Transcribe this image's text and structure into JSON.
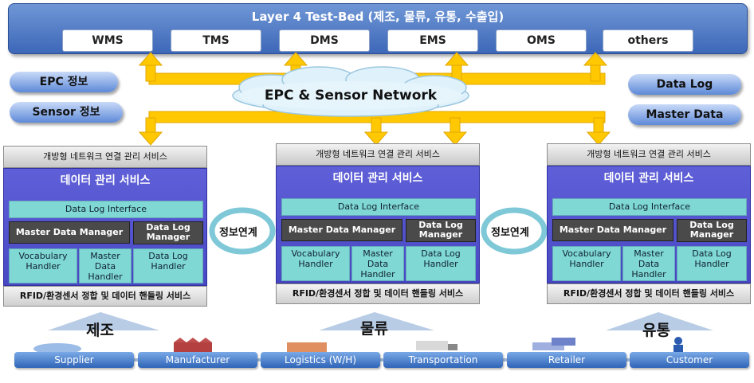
{
  "header": {
    "title": "Layer 4 Test-Bed (제조, 물류, 유통, 수출입)",
    "modules": [
      "WMS",
      "TMS",
      "DMS",
      "EMS",
      "OMS",
      "others"
    ]
  },
  "left_pills": [
    "EPC 정보",
    "Sensor 정보"
  ],
  "right_pills": [
    "Data Log",
    "Master Data"
  ],
  "network": "EPC & Sensor Network",
  "stack": {
    "open_network": "개방형 네트워크 연결 관리 서비스",
    "data_service": "데이터 관리 서비스",
    "data_log_interface": "Data Log Interface",
    "master_data_manager": "Master Data Manager",
    "data_log_manager": "Data Log Manager",
    "vocabulary_handler": "Vocabulary Handler",
    "master_data_handler": "Master Data Handler",
    "data_log_handler": "Data Log Handler",
    "rfid_service": "RFID/환경센서 정합 및 데이터 핸들링 서비스"
  },
  "link_label": "정보연계",
  "domains": [
    "제조",
    "물류",
    "유통"
  ],
  "chain": [
    "Supplier",
    "Manufacturer",
    "Logistics (W/H)",
    "Transportation",
    "Retailer",
    "Customer"
  ],
  "colors": {
    "header": "#3d67b8",
    "arrow": "#ffc800",
    "purple": "#4848c4",
    "teal": "#7fd8d3",
    "chain": "#2f65b8"
  }
}
